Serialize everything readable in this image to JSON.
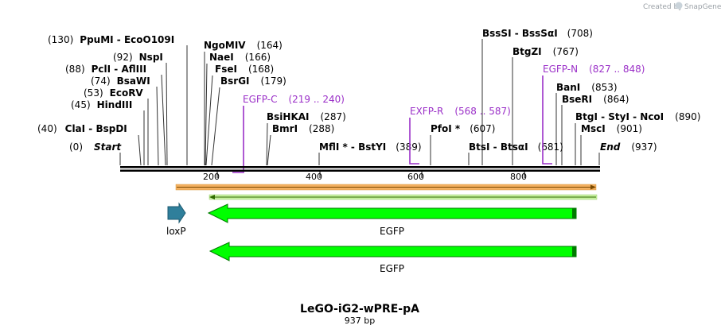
{
  "credit": {
    "prefix": "Created by",
    "brand": "SnapGene"
  },
  "title": "LeGO-iG2-wPRE-pA",
  "length_label": "937 bp",
  "colors": {
    "feature_fill": "#00ff00",
    "feature_dark": "#007a00",
    "primer": "#9b30c8",
    "loxp": "#2f7f9b",
    "orf_bar": "#f4b060"
  },
  "sites": [
    {
      "pos": "(0)",
      "name": "Start",
      "italic": true
    },
    {
      "pos": "(40)",
      "name": "ClaI  -  BspDI"
    },
    {
      "pos": "(45)",
      "name": "HindIII"
    },
    {
      "pos": "(53)",
      "name": "EcoRV"
    },
    {
      "pos": "(74)",
      "name": "BsaWI"
    },
    {
      "pos": "(88)",
      "name": "PclI  -  AflIII"
    },
    {
      "pos": "(92)",
      "name": "NspI"
    },
    {
      "pos": "(130)",
      "name": "PpuMI  -  EcoO109I"
    },
    {
      "pos": "(164)",
      "name": "NgoMIV"
    },
    {
      "pos": "(166)",
      "name": "NaeI"
    },
    {
      "pos": "(168)",
      "name": "FseI"
    },
    {
      "pos": "(179)",
      "name": "BsrGI"
    },
    {
      "pos": "(287)",
      "name": "BsiHKAI"
    },
    {
      "pos": "(288)",
      "name": "BmrI"
    },
    {
      "pos": "(389)",
      "name": "MflI *  -  BstYI"
    },
    {
      "pos": "(607)",
      "name": "PfoI *"
    },
    {
      "pos": "(681)",
      "name": "BtsI  -  BtsαI"
    },
    {
      "pos": "(708)",
      "name": "BssSI  -  BssSαI"
    },
    {
      "pos": "(767)",
      "name": "BtgZI"
    },
    {
      "pos": "(853)",
      "name": "BanI"
    },
    {
      "pos": "(864)",
      "name": "BseRI"
    },
    {
      "pos": "(890)",
      "name": "BtgI  -  StyI  -  NcoI"
    },
    {
      "pos": "(901)",
      "name": "MscI"
    },
    {
      "pos": "(937)",
      "name": "End",
      "italic": true
    }
  ],
  "primers": [
    {
      "name": "EGFP-C",
      "range": "(219 .. 240)"
    },
    {
      "name": "EXFP-R",
      "range": "(568 .. 587)"
    },
    {
      "name": "EGFP-N",
      "range": "(827 .. 848)"
    }
  ],
  "ruler": [
    "200",
    "400",
    "600",
    "800"
  ],
  "features": [
    {
      "name": "loxP"
    },
    {
      "name": "EGFP"
    },
    {
      "name": "EGFP"
    }
  ]
}
